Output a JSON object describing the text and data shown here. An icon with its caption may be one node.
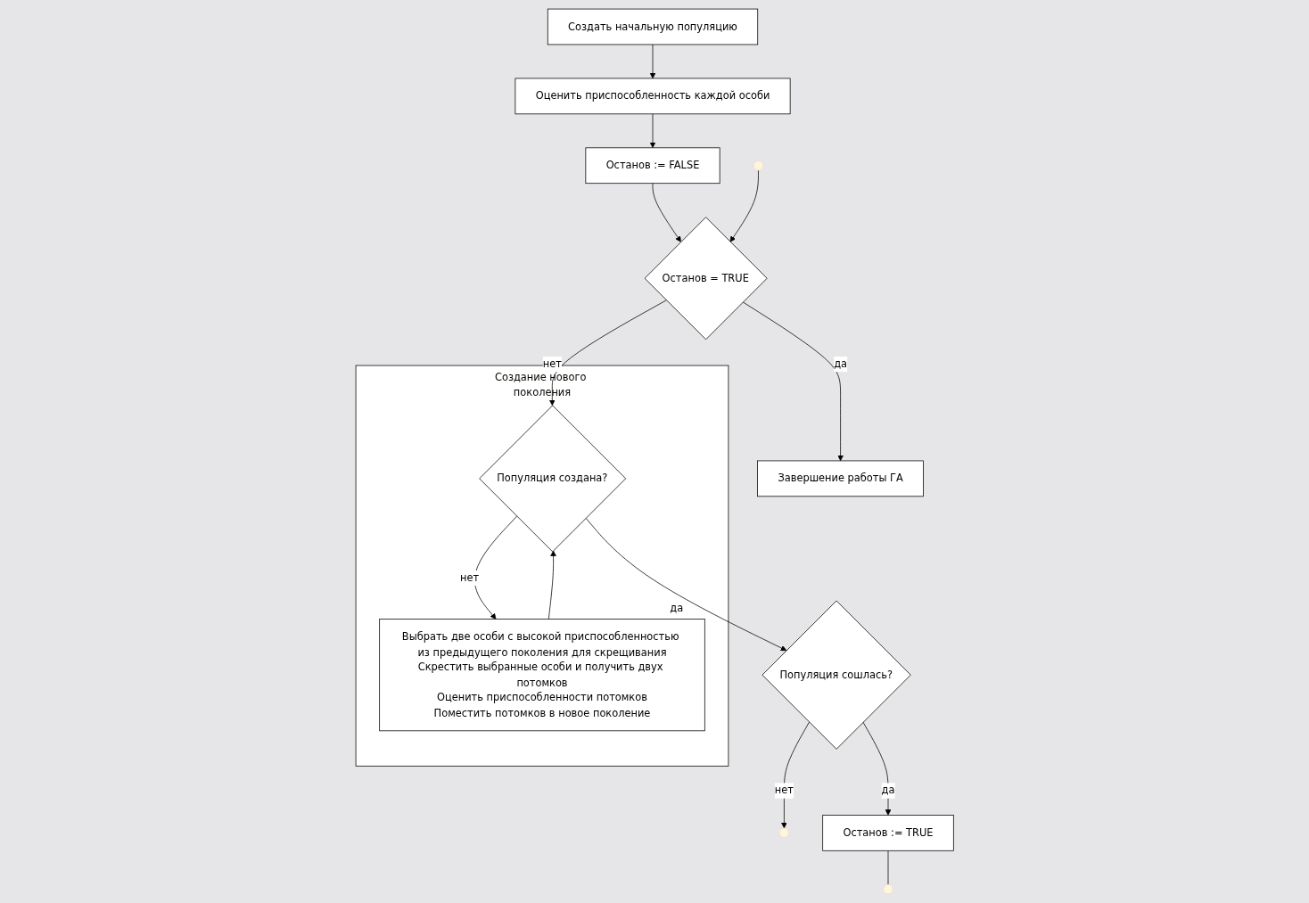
{
  "diagram": {
    "nodes": [
      {
        "text": [
          "Создать начальную популяцию"
        ]
      },
      {
        "text": [
          "Оценить приспособленность каждой особи"
        ]
      },
      {
        "text": [
          "Останов := FALSE"
        ]
      },
      {
        "text": [
          "Останов = TRUE"
        ]
      },
      {
        "text": [
          "Завершение работы ГА"
        ]
      },
      {
        "text": [
          "Создание нового поколения"
        ]
      },
      {
        "text": [
          "Популяция создана?"
        ],
        "in": 5
      },
      {
        "text": [
          "Выбрать две особи с высокой приспособленностью из предыдущего поколения для скрещивания",
          "Скрестить выбранные особи и получить двух потомков",
          "Оценить приспособленности потомков",
          "Поместить потомков в новое поколение"
        ],
        "in": 5
      },
      {
        "text": [
          "Популяция сошлась?"
        ]
      },
      {
        "text": [
          "Останов := TRUE"
        ]
      }
    ],
    "edges": [
      {
        "from": 0,
        "to": 1,
        "arrow": "to"
      },
      {
        "from": 1,
        "to": 2,
        "arrow": "to"
      },
      {
        "from": 2,
        "to": 3,
        "arrow": "to"
      },
      {
        "from": 3,
        "to": 4,
        "arrow": "to",
        "label": "да"
      },
      {
        "from": 3,
        "to": 6,
        "arrow": "to",
        "label": "нет"
      },
      {
        "from": 6,
        "to": 8,
        "arrow": "to",
        "label": "да"
      },
      {
        "from": 6,
        "to": 7,
        "arrow": "to",
        "label": "нет"
      },
      {
        "from": 7,
        "to": 6,
        "arrow": "to"
      },
      {
        "from": 8,
        "to": 9,
        "arrow": "to",
        "label": "да"
      },
      {
        "from": 8,
        "to": null,
        "arrow": "to",
        "label": "нет"
      },
      {
        "from": 9,
        "to": null,
        "arrow": "none"
      },
      {
        "from": null,
        "to": 3,
        "arrow": "to"
      }
    ]
  }
}
